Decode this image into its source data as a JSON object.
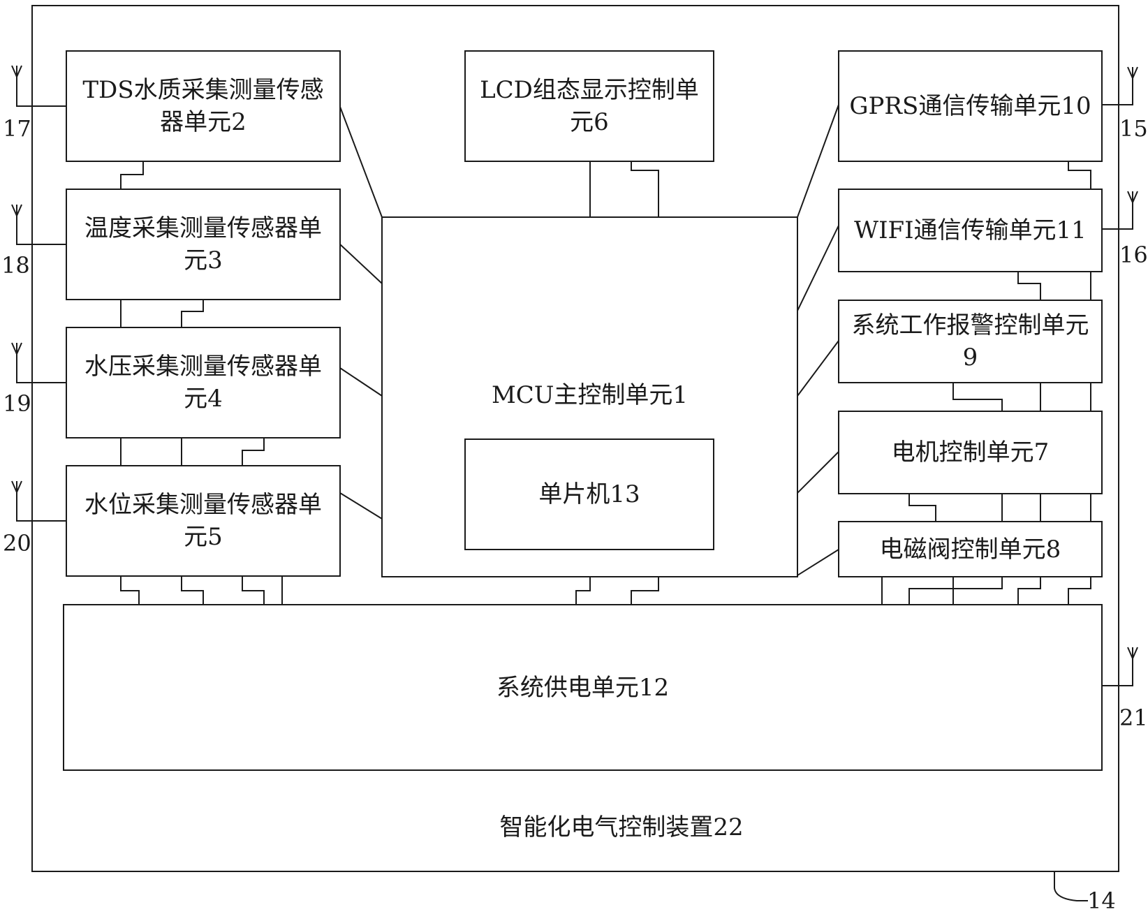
{
  "device_label": "智能化电气控制装置22",
  "boxes": {
    "tds": "TDS水质采集测量传感器单元2",
    "temp": "温度采集测量传感器单元3",
    "pressure": "水压采集测量传感器单元4",
    "level": "水位采集测量传感器单元5",
    "lcd": "LCD组态显示控制单元6",
    "mcu": "MCU主控制单元1",
    "mcu_chip": "单片机13",
    "gprs": "GPRS通信传输单元10",
    "wifi": "WIFI通信传输单元11",
    "alarm": "系统工作报警控制单元9",
    "motor": "电机控制单元7",
    "valve": "电磁阀控制单元8",
    "power": "系统供电单元12"
  },
  "refs": {
    "r17": "17",
    "r18": "18",
    "r19": "19",
    "r20": "20",
    "r15": "15",
    "r16": "16",
    "r21": "21",
    "r14": "14"
  },
  "colors": {
    "line": "#1a1a1a",
    "background": "#ffffff"
  },
  "icons": [
    "antenna-icon"
  ]
}
